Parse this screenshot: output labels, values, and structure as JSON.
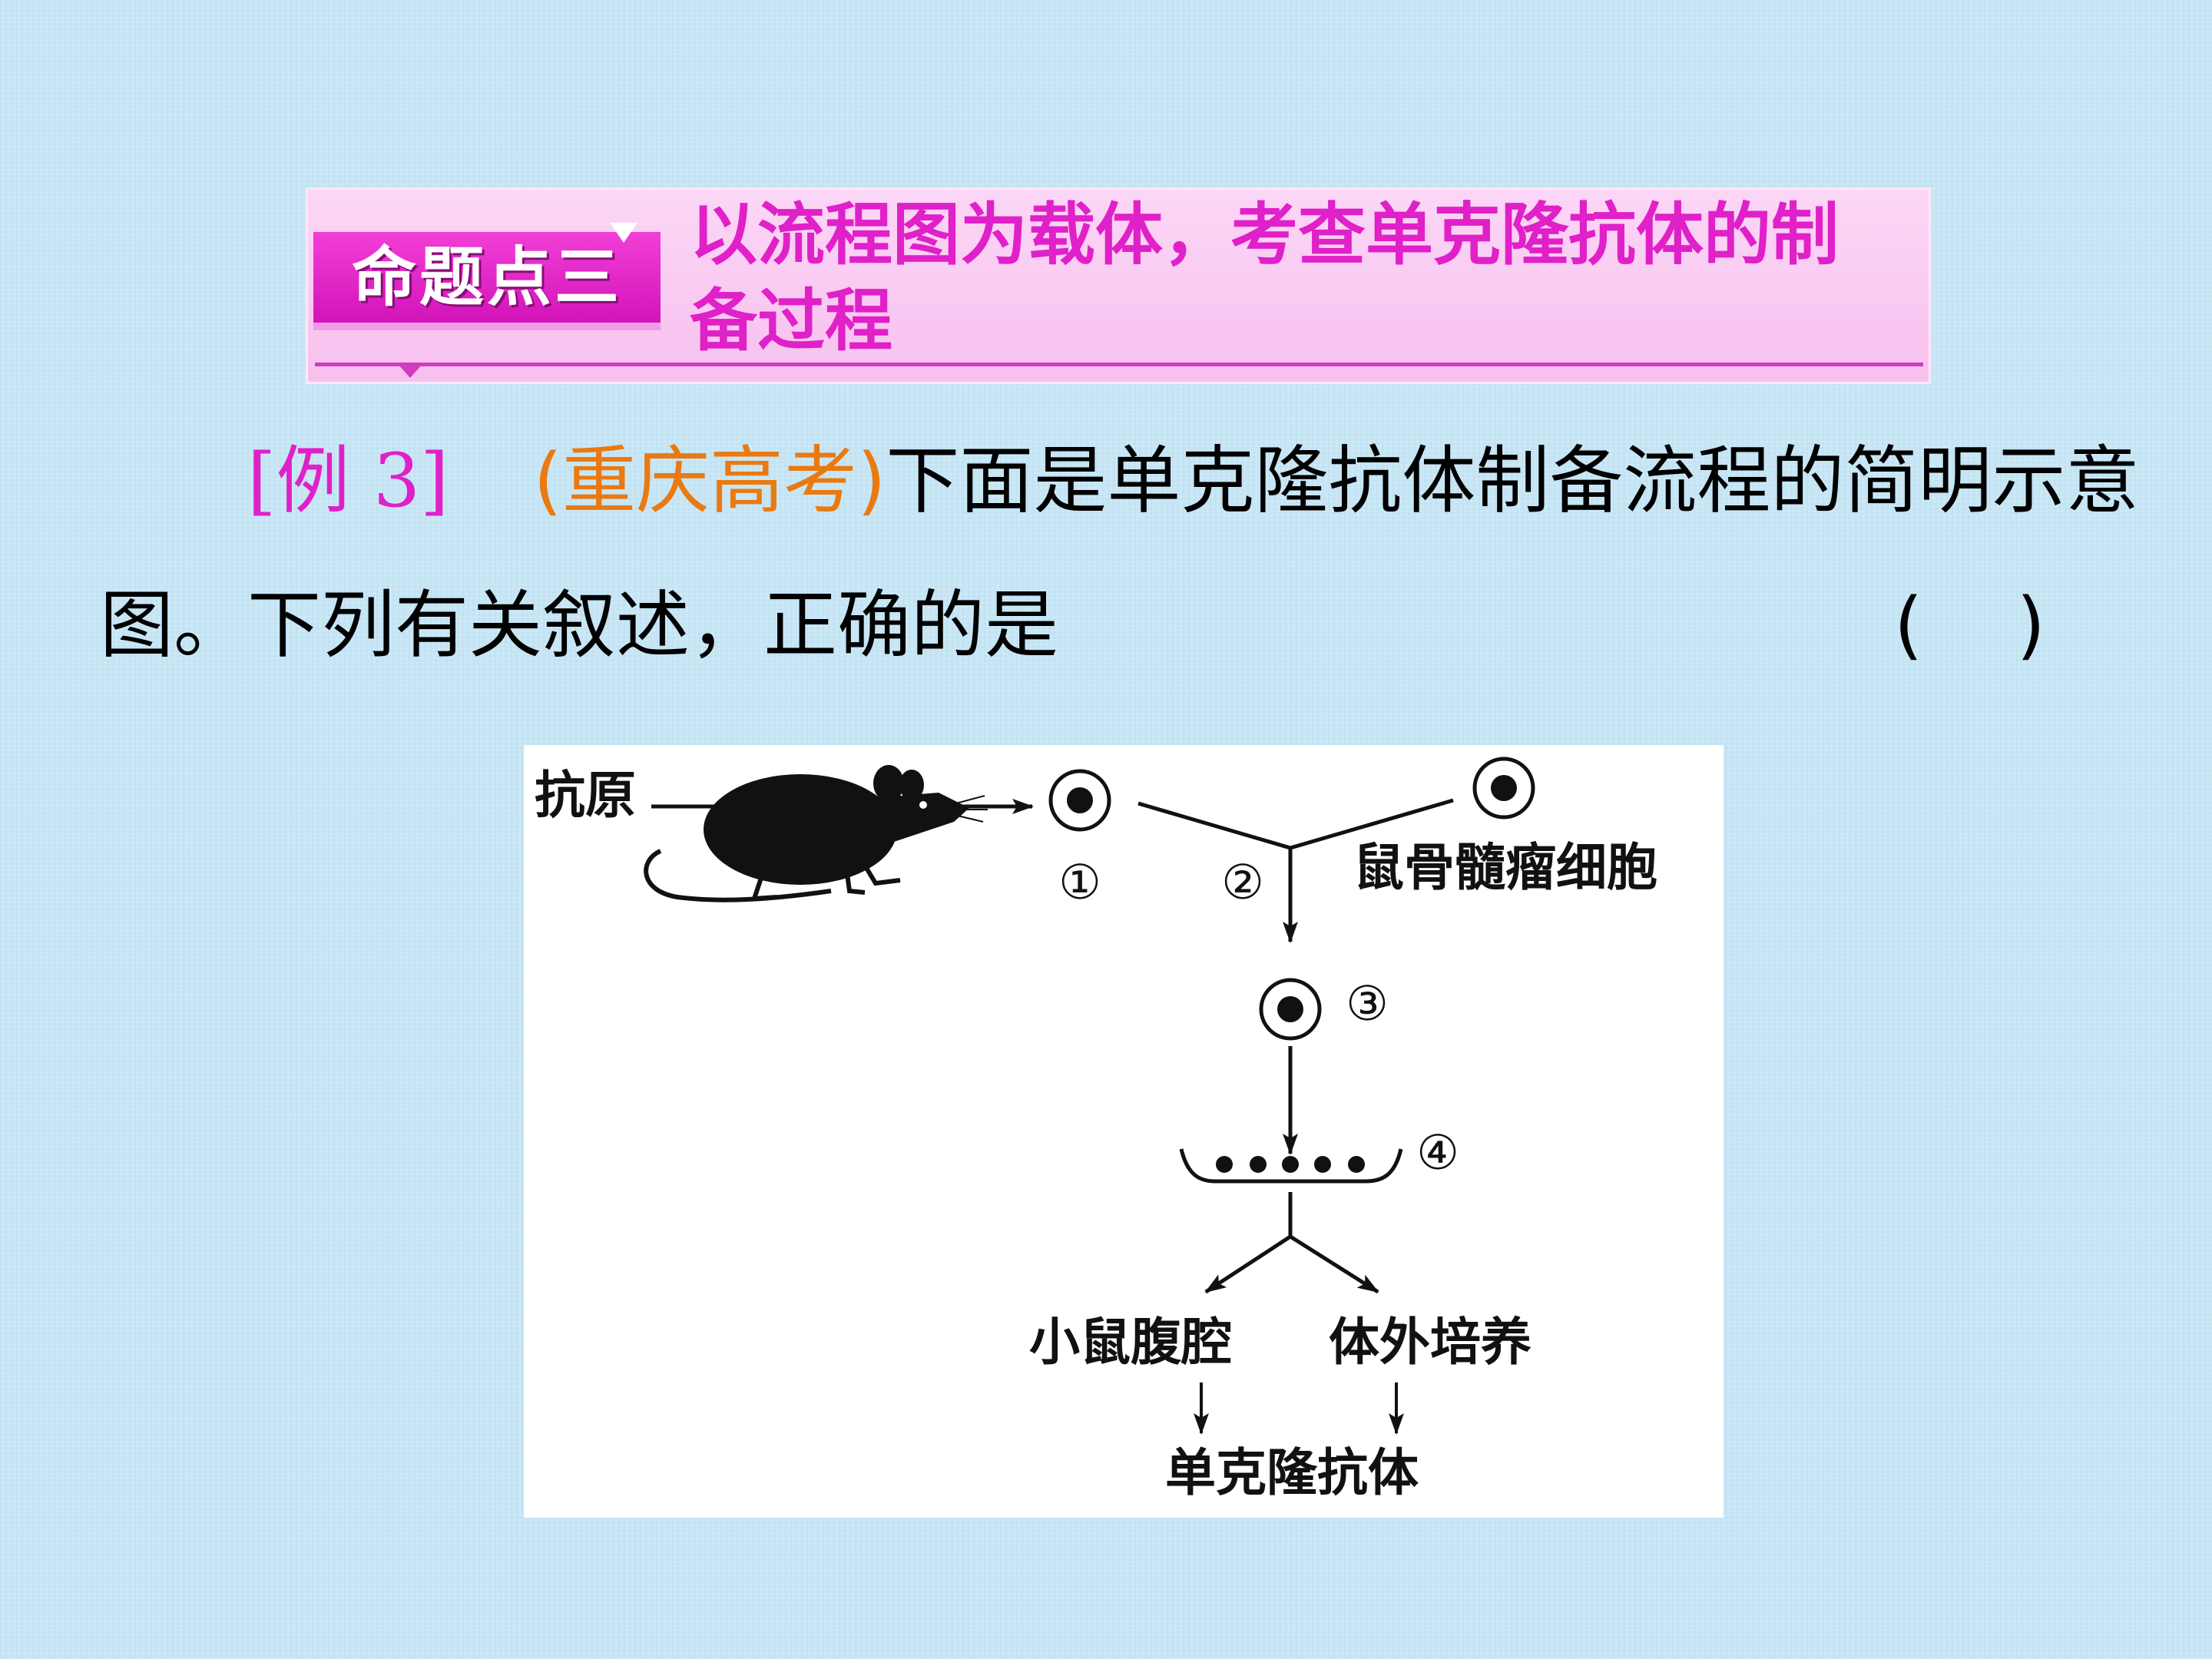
{
  "banner": {
    "tag": "命题点三",
    "title": "以流程图为载体，考查单克隆抗体的制备过程"
  },
  "question": {
    "example_label": "[例 3]",
    "source": "(重庆高考)",
    "text_line1": "下面是单克隆抗体制备流程的简明示意",
    "text_line2": "图。下列有关叙述，正确的是",
    "answer_paren": "(    )"
  },
  "diagram": {
    "antigen": "抗原",
    "myeloma": "鼠骨髓瘤细胞",
    "step1": "①",
    "step2": "②",
    "step3": "③",
    "step4": "④",
    "branch_left": "小鼠腹腔",
    "branch_right": "体外培养",
    "product": "单克隆抗体",
    "colors": {
      "stroke": "#111111",
      "background": "#ffffff"
    },
    "icons": [
      "mouse-icon",
      "cell-icon"
    ]
  }
}
